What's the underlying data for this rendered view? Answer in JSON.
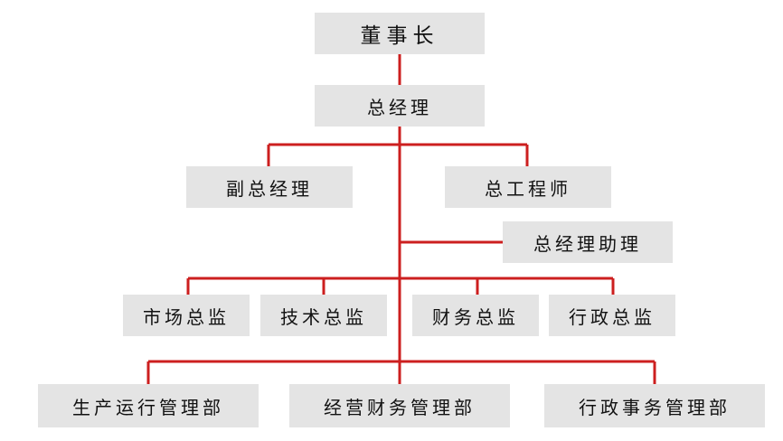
{
  "colors": {
    "line": "#cc1f1f",
    "box": "#e4e4e4",
    "text": "#111111"
  },
  "nodes": {
    "chairman": "董事长",
    "general_manager": "总经理",
    "deputy_gm": "副总经理",
    "chief_engineer": "总工程师",
    "gm_assistant": "总经理助理",
    "marketing_director": "市场总监",
    "technical_director": "技术总监",
    "finance_director": "财务总监",
    "admin_director": "行政总监",
    "production_dept": "生产运行管理部",
    "finance_dept": "经营财务管理部",
    "admin_dept": "行政事务管理部"
  }
}
